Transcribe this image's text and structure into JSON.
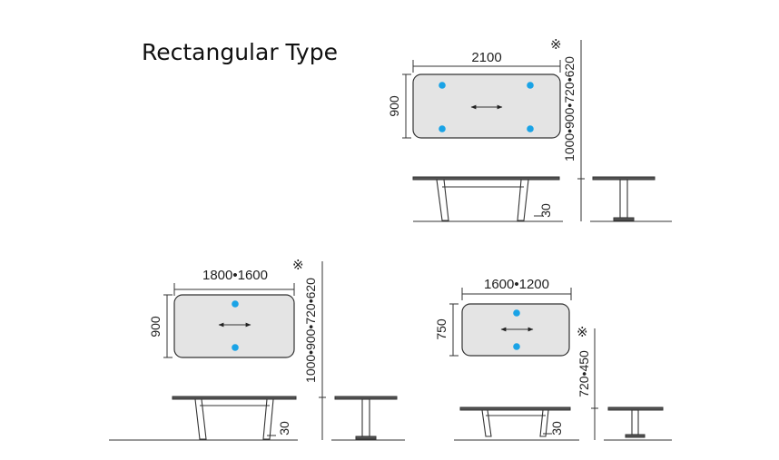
{
  "title": "Rectangular Type",
  "accent_color": "#1aa3e6",
  "tables": [
    {
      "width_label": "2100",
      "depth_label": "900",
      "height_label": "1000•900•720•620",
      "note_mark": "※",
      "base_label": "30"
    },
    {
      "width_label": "1800•1600",
      "depth_label": "900",
      "height_label": "1000•900•720•620",
      "note_mark": "※",
      "base_label": "30"
    },
    {
      "width_label": "1600•1200",
      "depth_label": "750",
      "height_label": "720•450",
      "note_mark": "※",
      "base_label": "30"
    }
  ]
}
